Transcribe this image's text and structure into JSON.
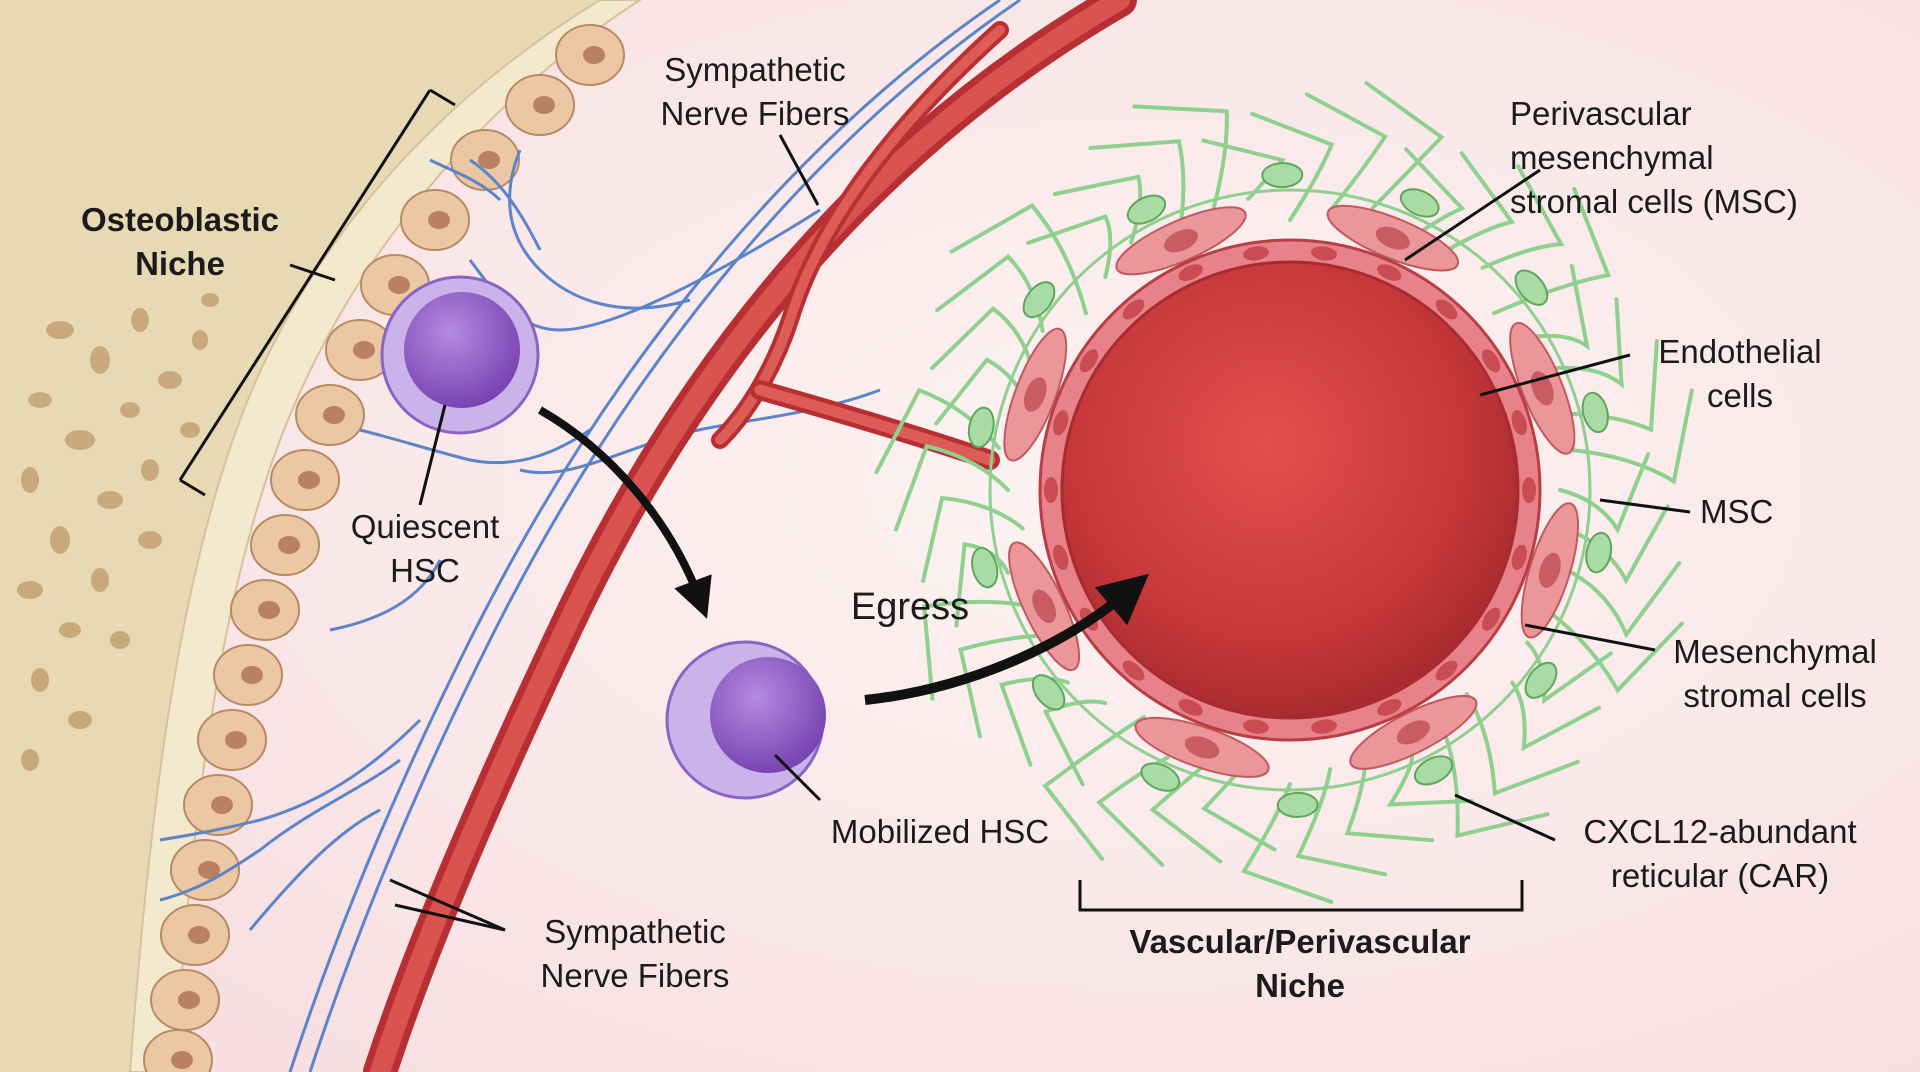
{
  "labels": {
    "osteoblastic_niche": "Osteoblastic\nNiche",
    "sympathetic_top": "Sympathetic\nNerve Fibers",
    "sympathetic_bottom": "Sympathetic\nNerve Fibers",
    "quiescent_hsc": "Quiescent\nHSC",
    "mobilized_hsc": "Mobilized HSC",
    "egress": "Egress",
    "perivascular_msc": "Perivascular\nmesenchymal\nstromal cells (MSC)",
    "endothelial": "Endothelial\ncells",
    "msc": "MSC",
    "mesenchymal": "Mesenchymal\nstromal cells",
    "car": "CXCL12-abundant\nreticular (CAR)",
    "vascular_niche": "Vascular/Perivascular\nNiche"
  },
  "colors": {
    "bone": "#e8d9b5",
    "endosteum": "#f3e9cf",
    "marrow": "#fbeef0",
    "osteoblast": "#ecc7a3",
    "nerve": "#5b84c9",
    "vessel": "#c8373a",
    "hsc": "#8e5cc4",
    "car_cells": "#8fd08f",
    "lumen": "#c8383a"
  }
}
